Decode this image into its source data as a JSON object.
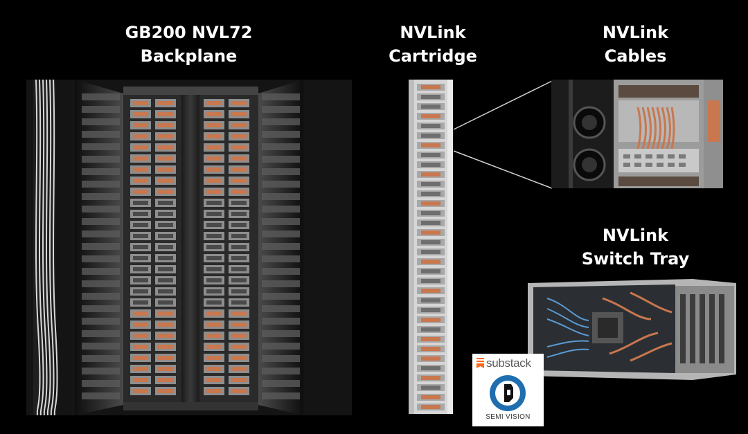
{
  "labels": {
    "backplane": {
      "line1": "GB200 NVL72",
      "line2": "Backplane"
    },
    "cartridge": {
      "line1": "NVLink",
      "line2": "Cartridge"
    },
    "cables": {
      "line1": "NVLink",
      "line2": "Cables"
    },
    "switch_tray": {
      "line1": "NVLink",
      "line2": "Switch Tray"
    }
  },
  "badge": {
    "platform": "substack",
    "publication": "SEMI VISION"
  },
  "colors": {
    "background": "#000000",
    "label_text": "#ffffff",
    "copper": "#c8774f",
    "substack_orange": "#ff6719",
    "semivision_blue": "#1f6fb0"
  }
}
